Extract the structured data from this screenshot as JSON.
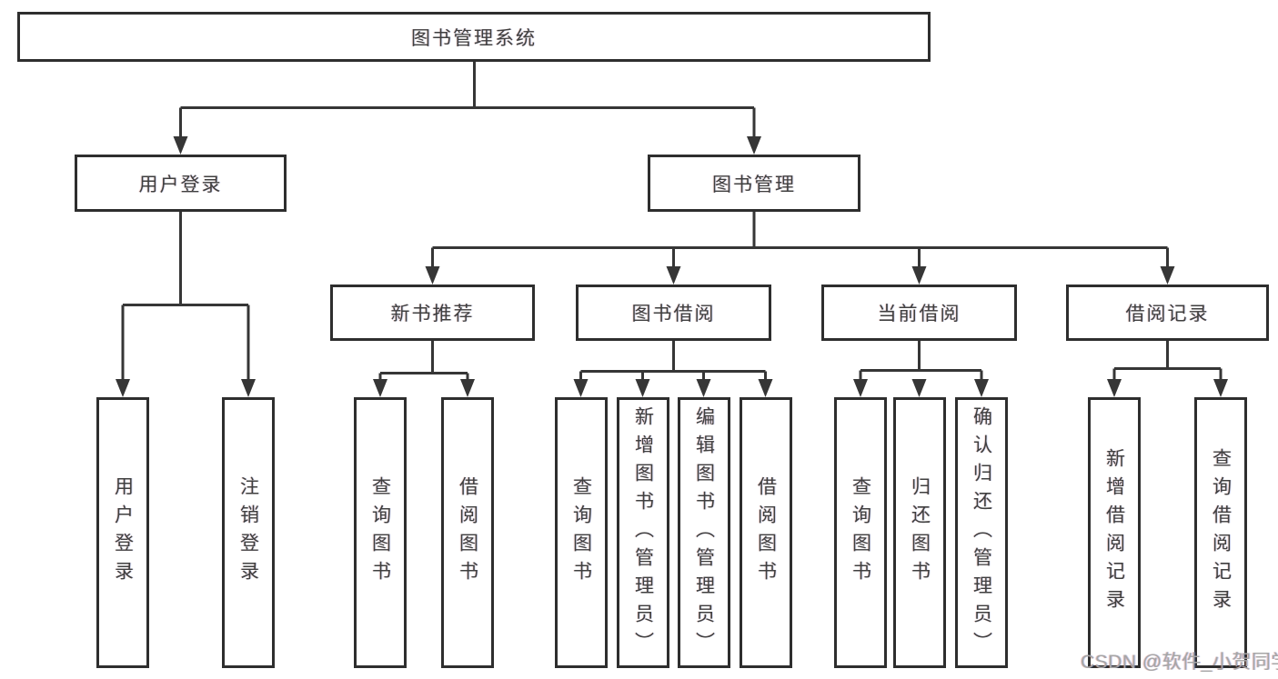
{
  "page": {
    "background": "#ffffff"
  },
  "colors": {
    "line": "#363636",
    "box_border": "#2e2e2e",
    "text": "#3f3f3f",
    "watermark": "#a6a6a6"
  },
  "watermark": {
    "text": "CSDN @软件_小贺同学"
  },
  "nodes": {
    "root": {
      "label": "图书管理系统"
    },
    "l2": [
      {
        "label": "用户登录"
      },
      {
        "label": "图书管理"
      }
    ],
    "l3": [
      {
        "label": "新书推荐"
      },
      {
        "label": "图书借阅"
      },
      {
        "label": "当前借阅"
      },
      {
        "label": "借阅记录"
      }
    ],
    "l4": {
      "user_login": [
        "用户登录",
        "注销登录"
      ],
      "new_books": [
        "查询图书",
        "借阅图书"
      ],
      "book_borrow": [
        "查询图书",
        "新增图书（管理员）",
        "编辑图书（管理员）",
        "借阅图书"
      ],
      "current_borrow": [
        "查询图书",
        "归还图书",
        "确认归还（管理员）"
      ],
      "borrow_records": [
        "新增借阅记录",
        "查询借阅记录"
      ]
    }
  }
}
